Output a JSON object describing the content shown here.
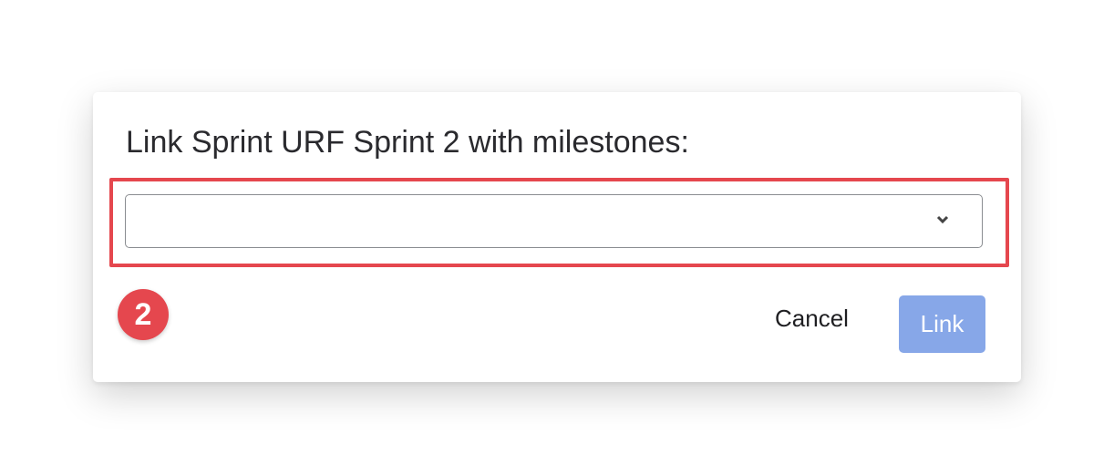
{
  "dialog": {
    "title": "Link Sprint URF Sprint 2 with milestones:",
    "select": {
      "value": "",
      "icon": "chevron-down-icon"
    },
    "step_badge": "2",
    "cancel_label": "Cancel",
    "link_label": "Link"
  },
  "colors": {
    "highlight": "#e5474e",
    "link_button": "#87a7e8"
  }
}
